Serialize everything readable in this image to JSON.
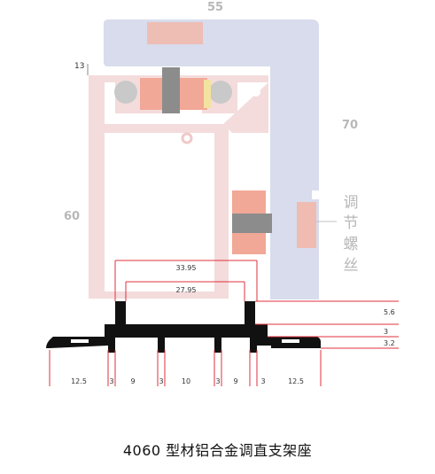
{
  "labels": {
    "top_width": "55",
    "small_mark": "13",
    "right_height": "70",
    "left_height": "60",
    "adjust_screw": [
      "调",
      "节",
      "螺",
      "丝"
    ],
    "dim_outer": "33.95",
    "dim_inner": "27.95",
    "dim_right_1": "5.6",
    "dim_right_2": "3",
    "dim_right_3": "3.2",
    "bottom_dims": [
      "12.5",
      "3",
      "9",
      "3",
      "10",
      "3",
      "9",
      "3",
      "12.5"
    ]
  },
  "caption": "4060 型材铝合金调直支架座",
  "colors": {
    "blue_profile": "#d8dcec",
    "pink_profile": "#f4dcdc",
    "salmon_insert": "#f1a896",
    "dark_grey": "#808080",
    "black_profile": "#111111",
    "red_dimension": "#e0303c",
    "grey_text": "#b8b8b8"
  }
}
